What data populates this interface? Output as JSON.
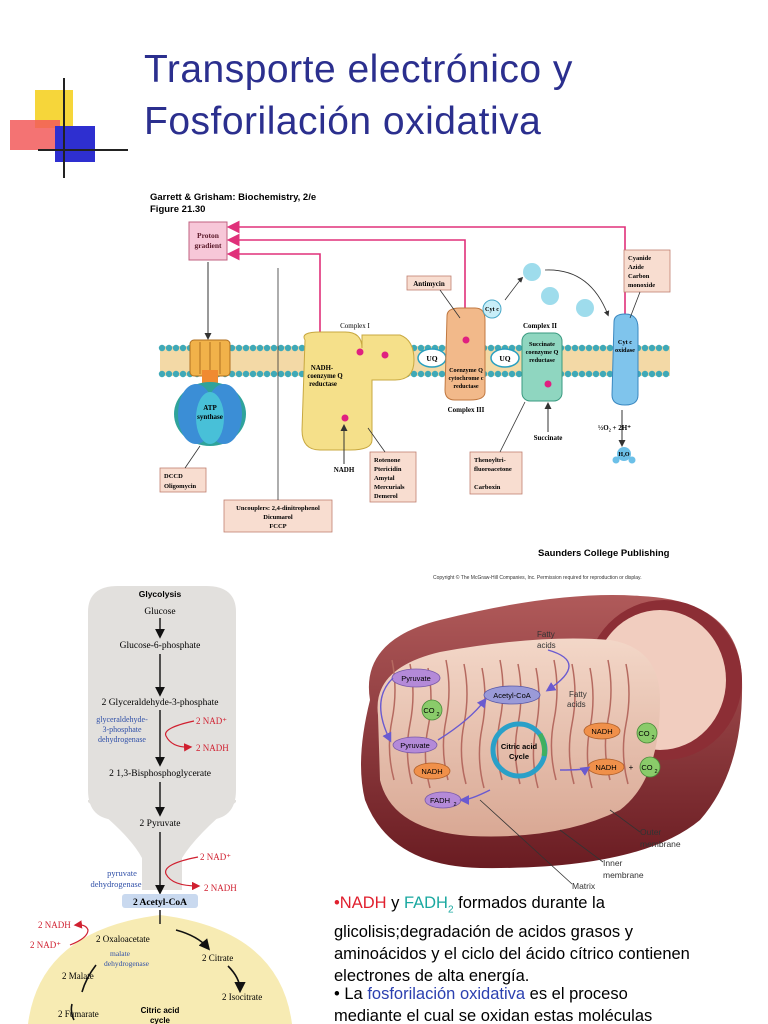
{
  "title": {
    "line1": "Transporte electrónico y",
    "line2": "Fosforilación oxidativa"
  },
  "top_figure": {
    "source": "Garrett & Grisham: Biochemistry, 2/e",
    "figure": "Figure 21.30",
    "publisher": "Saunders College Publishing",
    "proton_gradient": [
      "Proton",
      "gradient"
    ],
    "complex1": "Complex I",
    "complex1_enzyme": [
      "NADH-",
      "coenzyme Q",
      "reductase"
    ],
    "nadh": "NADH",
    "uq": "UQ",
    "complex3": "Complex III",
    "complex3_enzyme": [
      "Coenzyme Q",
      "cytochrome c",
      "reductase"
    ],
    "complex2": "Complex II",
    "complex2_enzyme": [
      "Succinate",
      "coenzyme Q",
      "reductase"
    ],
    "succinate": "Succinate",
    "cytc": "Cyt c",
    "cytc_oxidase": [
      "Cyt c",
      "oxidase"
    ],
    "oxygen": "½O₂ + 2H⁺",
    "water": "H₂O",
    "atp_synthase": [
      "ATP",
      "synthase"
    ],
    "inhibitor_antimycin": "Antimycin",
    "inhibitor_cyanide": [
      "Cyanide",
      "Azide",
      "Carbon",
      "monoxide"
    ],
    "inhibitor_rotenone": [
      "Rotenone",
      "Ptericidin",
      "Amytal",
      "Mercurials",
      "Demerol"
    ],
    "inhibitor_thenoyl": [
      "Thenoyltri-",
      "fluoroacetone",
      "",
      "Carboxin"
    ],
    "inhibitor_dccd": [
      "DCCD",
      "Oligomycin"
    ],
    "uncouplers": [
      "Uncouplers: 2,4-dinitrophenol",
      "Dicumarol",
      "FCCP"
    ]
  },
  "copyright": "Copyright © The McGraw-Hill Companies, Inc. Permission required for reproduction or display.",
  "glycolysis": {
    "header": "Glycolysis",
    "steps": [
      "Glucose",
      "Glucose-6-phosphate",
      "2 Glyceraldehyde-3-phosphate",
      "2  1,3-Bisphosphoglycerate",
      "2 Pyruvate"
    ],
    "enzyme": [
      "glyceraldehyde-",
      "3-phosphate",
      "dehydrogenase"
    ],
    "nad": "2 NAD⁺",
    "nadh": "2 NADH",
    "pdh": [
      "pyruvate",
      "dehydrogenase"
    ],
    "pdh_nad": "2 NAD⁺",
    "pdh_nadh": "2 NADH",
    "acetyl": "2 Acetyl-CoA",
    "cycle_nadh": "2 NADH",
    "cycle_nad": "2 NAD⁺",
    "oxaloacetate": "2 Oxaloacetate",
    "malate_dh": [
      "malate",
      "dehydrogenase"
    ],
    "malate": "2 Malate",
    "citrate": "2 Citrate",
    "isocitrate": "2 Isocitrate",
    "fumarate": "2 Fumarate",
    "cycle_label": [
      "Citric acid",
      "cycle"
    ]
  },
  "mito": {
    "fatty_acids_1": [
      "Fatty",
      "acids"
    ],
    "fatty_acids_2": [
      "Fatty",
      "acids"
    ],
    "pyruvate1": "Pyruvate",
    "pyruvate2": "Pyruvate",
    "acetyl": "Acetyl-CoA",
    "co2": "CO",
    "co2_sub": "2",
    "nadh1": "NADH",
    "nadh2": "NADH",
    "nadh3": "NADH",
    "fadh": "FADH",
    "fadh_sub": "2",
    "plus": "+",
    "cycle": [
      "Citric acid",
      "Cycle"
    ],
    "outer": [
      "Outer",
      "membrane"
    ],
    "inner": [
      "Inner",
      "membrane"
    ],
    "matrix": "Matrix"
  },
  "bullet1": {
    "bullet": "•",
    "nadh": "NADH",
    "y": " y ",
    "fadh": "FADH",
    "sub": "2",
    "rest1": " formados durante la",
    "rest2": "glicolisis;degradación de acidos grasos y",
    "rest3": "aminoácidos  y el ciclo del ácido cítrico contienen",
    "rest4": "electrones de alta energía."
  },
  "bullet2": {
    "bullet": "•",
    "la": " La ",
    "term": "fosforilación oxidativa",
    "rest1": " es el proceso",
    "rest2": "mediante el cual se oxidan estas moléculas"
  },
  "colors": {
    "title": "#2b2f8e",
    "red": "#e0202e",
    "teal": "#1aa8a0",
    "blue": "#2b40b0"
  }
}
